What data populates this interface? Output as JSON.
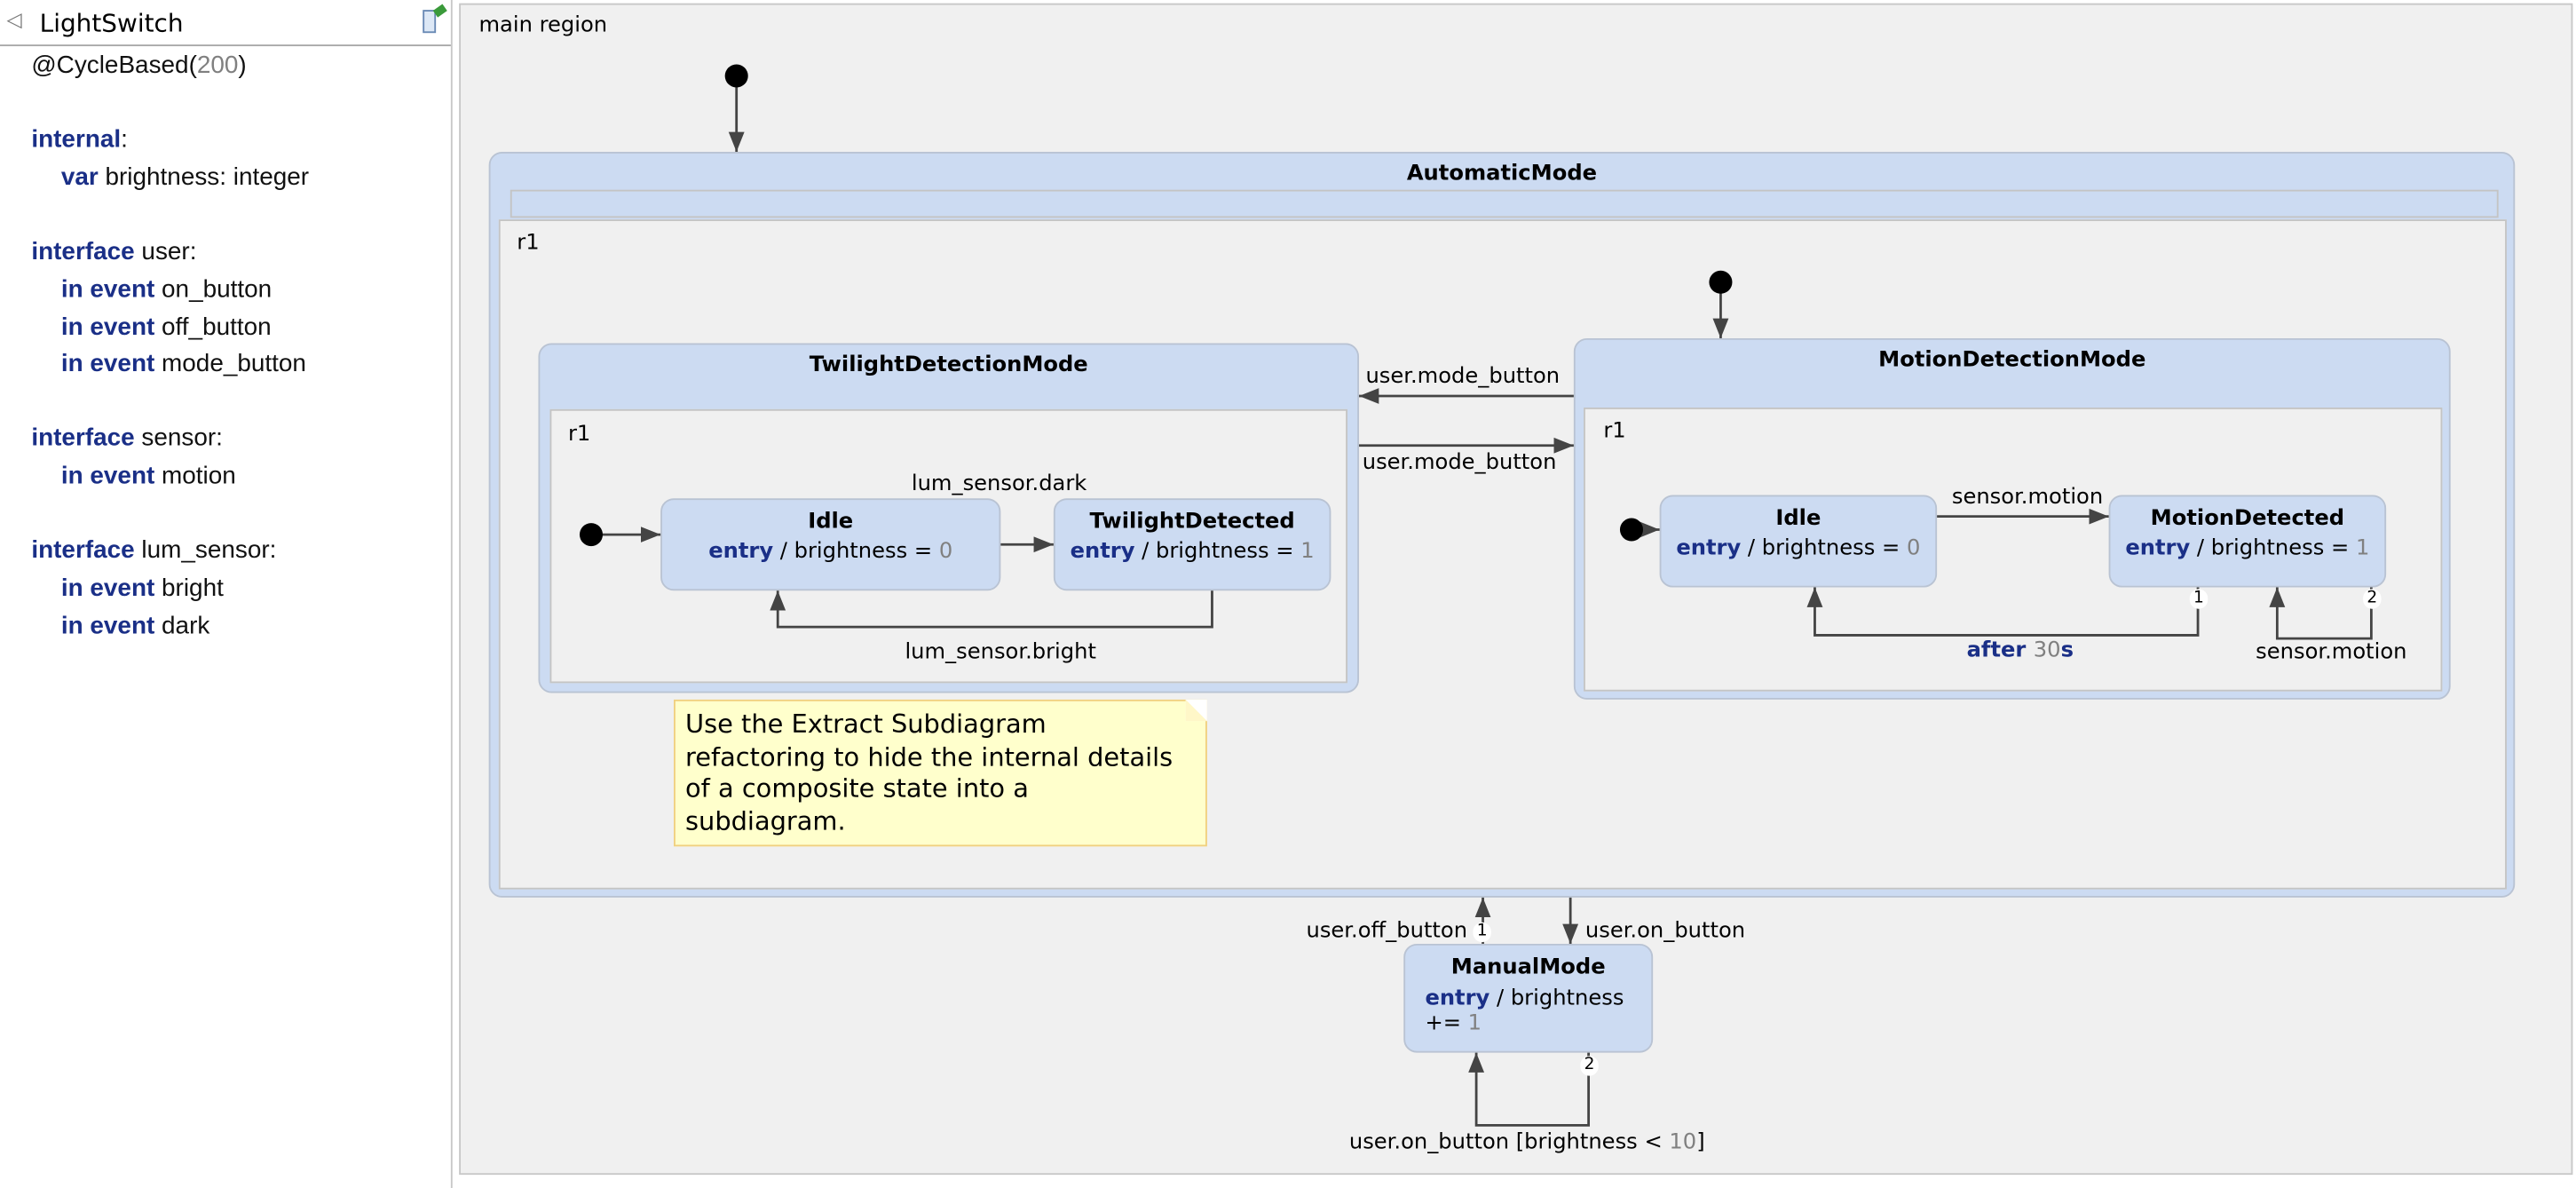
{
  "editor": {
    "title": "LightSwitch",
    "collapse_icon": "triangle-left-icon",
    "pin_icon": "pin-icon",
    "code": {
      "annotation": "@CycleBased(",
      "annotation_value": "200",
      "annotation_close": ")",
      "internal_kw": "internal",
      "colon": ":",
      "var_kw": "var",
      "var_decl": " brightness: integer",
      "interface_kw": "interface",
      "user_name": " user:",
      "in_event_kw": "in event",
      "on_button": " on_button",
      "off_button": " off_button",
      "mode_button": " mode_button",
      "sensor_name": " sensor:",
      "motion": " motion",
      "lum_sensor_name": " lum_sensor:",
      "bright": " bright",
      "dark": " dark"
    }
  },
  "diagram": {
    "main_region": "main region",
    "automatic_mode": {
      "name": "AutomaticMode",
      "region": "r1"
    },
    "twilight": {
      "name": "TwilightDetectionMode",
      "region": "r1",
      "idle": {
        "name": "Idle",
        "entry_kw": "entry",
        "action": " / brightness = ",
        "value": "0"
      },
      "detected": {
        "name": "TwilightDetected",
        "entry_kw": "entry",
        "action": " / brightness = ",
        "value": "1"
      },
      "t_dark": "lum_sensor.dark",
      "t_bright": "lum_sensor.bright"
    },
    "motion": {
      "name": "MotionDetectionMode",
      "region": "r1",
      "idle": {
        "name": "Idle",
        "entry_kw": "entry",
        "action": " / brightness = ",
        "value": "0"
      },
      "detected": {
        "name": "MotionDetected",
        "entry_kw": "entry",
        "action": " / brightness = ",
        "value": "1"
      },
      "t_motion": "sensor.motion",
      "t_after_kw": "after",
      "t_after_val": "30",
      "t_after_unit": "s",
      "t_self": "sensor.motion",
      "badge1": "1",
      "badge2": "2"
    },
    "mode_to_twilight": "user.mode_button",
    "mode_to_motion": "user.mode_button",
    "manual": {
      "name": "ManualMode",
      "entry_kw": "entry",
      "action1": " / brightness",
      "action2": "+= ",
      "value": "1",
      "t_off": "user.off_button",
      "t_on": "user.on_button",
      "t_self": "user.on_button [brightness < ",
      "t_self_val": "10",
      "t_self_close": "]",
      "badge1": "1",
      "badge2": "2"
    },
    "note": "Use the Extract Subdiagram refactoring to hide the internal details of a composite state into a subdiagram."
  },
  "colors": {
    "state_fill": "#ccdbf2",
    "keyword": "#1a2f87",
    "canvas": "#f0f0f0",
    "note_fill": "#ffffcc"
  }
}
